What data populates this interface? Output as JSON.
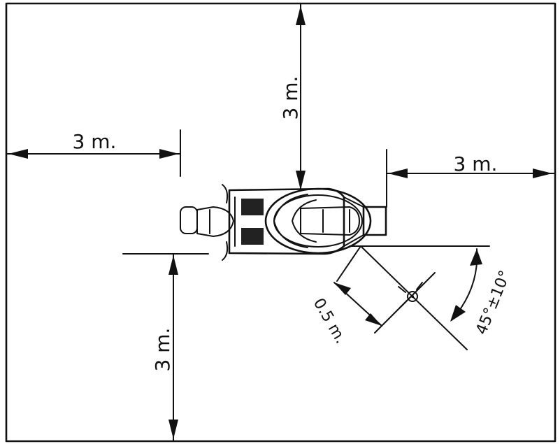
{
  "labels": {
    "top": "3 m.",
    "left": "3 m.",
    "right": "3 m.",
    "bottom": "3 m.",
    "offset": "0.5 m.",
    "angle": "45°±10°"
  }
}
